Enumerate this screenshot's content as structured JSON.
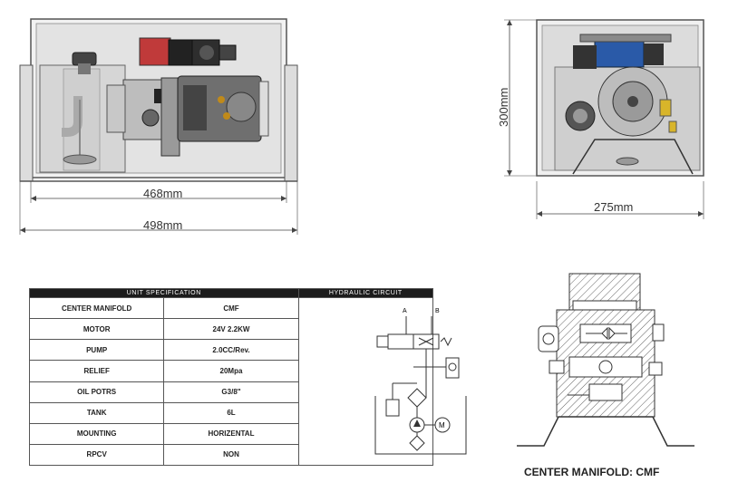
{
  "front_view": {
    "dim_inner": "468mm",
    "dim_outer": "498mm"
  },
  "side_view": {
    "dim_height": "300mm",
    "dim_width": "275mm"
  },
  "spec_table": {
    "header_left": "UNIT SPECIFICATION",
    "header_right": "HYDRAULIC CIRCUIT",
    "rows": [
      {
        "label": "CENTER MANIFOLD",
        "value": "CMF"
      },
      {
        "label": "MOTOR",
        "value": "24V 2.2KW"
      },
      {
        "label": "PUMP",
        "value": "2.0CC/Rev."
      },
      {
        "label": "RELIEF",
        "value": "20Mpa"
      },
      {
        "label": "OIL POTRS",
        "value": "G3/8\""
      },
      {
        "label": "TANK",
        "value": "6L"
      },
      {
        "label": "MOUNTING",
        "value": "HORIZENTAL"
      },
      {
        "label": "RPCV",
        "value": "NON"
      }
    ],
    "circuit_port_a": "A",
    "circuit_port_b": "B",
    "circuit_motor": "M"
  },
  "caption": "CENTER MANIFOLD: CMF"
}
